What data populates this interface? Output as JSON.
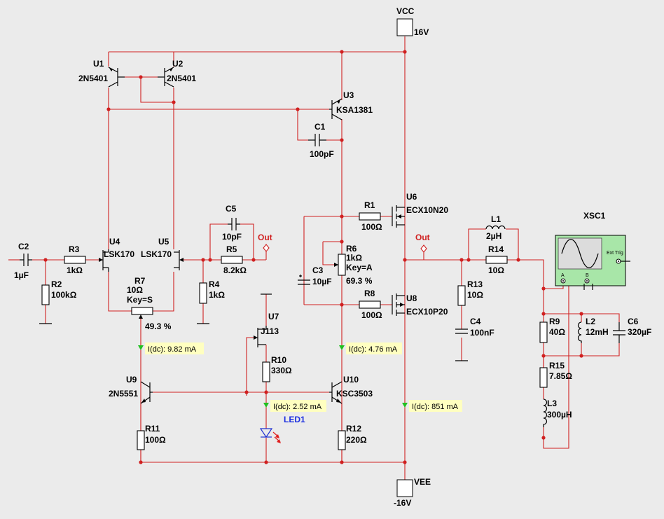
{
  "power": {
    "vcc_name": "VCC",
    "vcc_value": "16V",
    "vee_name": "VEE",
    "vee_value": "-16V"
  },
  "components": {
    "U1": {
      "ref": "U1",
      "part": "2N5401"
    },
    "U2": {
      "ref": "U2",
      "part": "2N5401"
    },
    "U3": {
      "ref": "U3",
      "part": "KSA1381"
    },
    "U4": {
      "ref": "U4",
      "part": "LSK170"
    },
    "U5": {
      "ref": "U5",
      "part": "LSK170"
    },
    "U6": {
      "ref": "U6",
      "part": "ECX10N20"
    },
    "U7": {
      "ref": "U7",
      "part": "J113"
    },
    "U8": {
      "ref": "U8",
      "part": "ECX10P20"
    },
    "U9": {
      "ref": "U9",
      "part": "2N5551"
    },
    "U10": {
      "ref": "U10",
      "part": "KSC3503"
    },
    "C1": {
      "ref": "C1",
      "value": "100pF"
    },
    "C2": {
      "ref": "C2",
      "value": "1µF"
    },
    "C3": {
      "ref": "C3",
      "value": "10µF"
    },
    "C4": {
      "ref": "C4",
      "value": "100nF"
    },
    "C5": {
      "ref": "C5",
      "value": "10pF"
    },
    "C6": {
      "ref": "C6",
      "value": "320µF"
    },
    "R1": {
      "ref": "R1",
      "value": "100Ω"
    },
    "R2": {
      "ref": "R2",
      "value": "100kΩ"
    },
    "R3": {
      "ref": "R3",
      "value": "1kΩ"
    },
    "R4": {
      "ref": "R4",
      "value": "1kΩ"
    },
    "R5": {
      "ref": "R5",
      "value": "8.2kΩ"
    },
    "R6": {
      "ref": "R6",
      "value": "1kΩ",
      "key": "Key=A",
      "setting": "69.3 %"
    },
    "R7": {
      "ref": "R7",
      "value": "10Ω",
      "key": "Key=S",
      "setting": "49.3 %"
    },
    "R8": {
      "ref": "R8",
      "value": "100Ω"
    },
    "R9": {
      "ref": "R9",
      "value": "40Ω"
    },
    "R10": {
      "ref": "R10",
      "value": "330Ω"
    },
    "R11": {
      "ref": "R11",
      "value": "100Ω"
    },
    "R12": {
      "ref": "R12",
      "value": "220Ω"
    },
    "R13": {
      "ref": "R13",
      "value": "10Ω"
    },
    "R14": {
      "ref": "R14",
      "value": "10Ω"
    },
    "R15": {
      "ref": "R15",
      "value": "7.85Ω"
    },
    "L1": {
      "ref": "L1",
      "value": "2µH"
    },
    "L2": {
      "ref": "L2",
      "value": "12mH"
    },
    "L3": {
      "ref": "L3",
      "value": "300µH"
    },
    "LED1": {
      "ref": "LED1"
    }
  },
  "connectors": {
    "out_left": "Out",
    "out_right": "Out"
  },
  "oscilloscope": {
    "ref": "XSC1",
    "channel_a": "A",
    "channel_b": "B",
    "ext_trig": "Ext Trig"
  },
  "probes": [
    {
      "label": "I(dc): 9.82 mA"
    },
    {
      "label": "I(dc): 4.76 mA"
    },
    {
      "label": "I(dc): 2.52 mA"
    },
    {
      "label": "I(dc): 851 mA"
    }
  ],
  "colors": {
    "wire": "#d02020",
    "component": "#000000",
    "probe_bg": "#ffffc0",
    "probe_arrow": "#20c020",
    "led_outline": "#1a2ee0",
    "scope_body": "#a8e6a8"
  }
}
